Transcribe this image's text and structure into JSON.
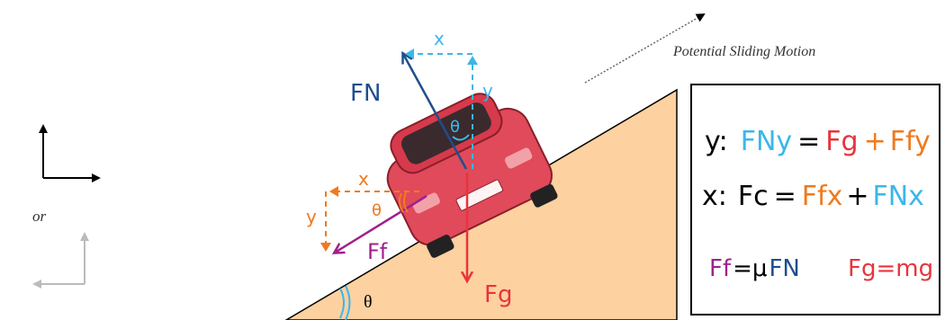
{
  "axes_labels": {
    "or": "or"
  },
  "motion_label": "Potential Sliding Motion",
  "incline": {
    "angle_symbol": "θ"
  },
  "forces": {
    "normal": "FN",
    "gravity": "Fg",
    "friction": "Ff"
  },
  "components": {
    "normal_x": "x",
    "normal_y": "y",
    "normal_theta": "θ",
    "friction_x": "x",
    "friction_y": "y",
    "friction_theta": "θ"
  },
  "equations": {
    "y_label": "y:",
    "y_lhs": "FNy",
    "eq1": "=",
    "y_rhs1": "Fg",
    "plus1": "+",
    "y_rhs2": "Ffy",
    "x_label": "x:",
    "x_lhs": "Fc",
    "eq2": "=",
    "x_rhs1": "Ffx",
    "plus2": "+",
    "x_rhs2": "FNx",
    "friction_lhs": "Ff",
    "friction_eq": "=μ",
    "friction_rhs": "FN",
    "gravity_lhs": "Fg",
    "gravity_eq": "=",
    "gravity_rhs": "mg"
  },
  "colors": {
    "incline_fill": "#fdd1a0",
    "normal": "#1f4e8c",
    "light_blue": "#3ab7ea",
    "gravity": "#e8343c",
    "friction": "#a0208c",
    "orange": "#f07a1e",
    "car": "#e04a5a"
  }
}
